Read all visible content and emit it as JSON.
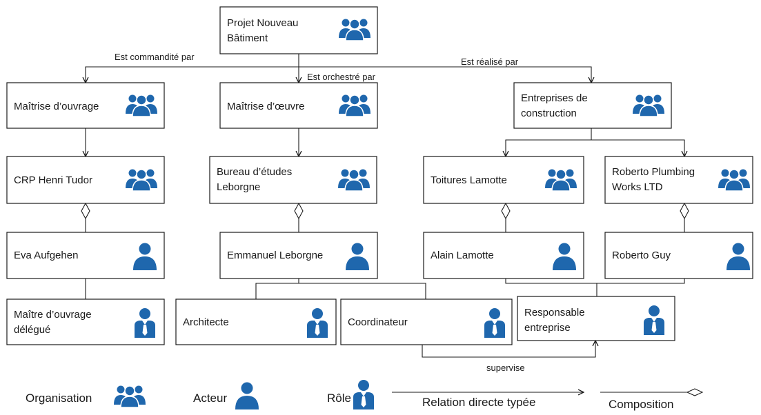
{
  "colors": {
    "icon_blue": "#1F67AD",
    "line": "#1a1a1a",
    "box_fill": "#ffffff"
  },
  "nodes": {
    "projet": {
      "lines": [
        "Projet Nouveau",
        "Bâtiment"
      ],
      "icon": "organisation-icon"
    },
    "maitrise_ouvrage": {
      "lines": [
        "Maîtrise d’ouvrage"
      ],
      "icon": "organisation-icon"
    },
    "maitrise_oeuvre": {
      "lines": [
        "Maîtrise d’œuvre"
      ],
      "icon": "organisation-icon"
    },
    "entreprises": {
      "lines": [
        "Entreprises de",
        "construction"
      ],
      "icon": "organisation-icon"
    },
    "crp": {
      "lines": [
        "CRP Henri Tudor"
      ],
      "icon": "organisation-icon"
    },
    "bureau": {
      "lines": [
        "Bureau d’études",
        "Leborgne"
      ],
      "icon": "organisation-icon"
    },
    "toitures": {
      "lines": [
        "Toitures Lamotte"
      ],
      "icon": "organisation-icon"
    },
    "roberto_works": {
      "lines": [
        "Roberto Plumbing",
        "Works LTD"
      ],
      "icon": "organisation-icon"
    },
    "eva": {
      "lines": [
        "Eva Aufgehen"
      ],
      "icon": "actor-icon"
    },
    "emmanuel": {
      "lines": [
        "Emmanuel Leborgne"
      ],
      "icon": "actor-icon"
    },
    "alain": {
      "lines": [
        "Alain Lamotte"
      ],
      "icon": "actor-icon"
    },
    "roberto_guy": {
      "lines": [
        "Roberto Guy"
      ],
      "icon": "actor-icon"
    },
    "maitre_delegue": {
      "lines": [
        "Maître d’ouvrage",
        "délégué"
      ],
      "icon": "role-icon"
    },
    "architecte": {
      "lines": [
        "Architecte"
      ],
      "icon": "role-icon"
    },
    "coordinateur": {
      "lines": [
        "Coordinateur"
      ],
      "icon": "role-icon"
    },
    "responsable": {
      "lines": [
        "Responsable",
        "entreprise"
      ],
      "icon": "role-icon"
    }
  },
  "edges": {
    "est_commandite_par": "Est commandité par",
    "est_orchestre_par": "Est orchestré par",
    "est_realise_par": "Est réalisé par",
    "supervise": "supervise"
  },
  "legend": {
    "organisation": "Organisation",
    "acteur": "Acteur",
    "role": "Rôle",
    "relation": "Relation directe typée",
    "composition": "Composition"
  }
}
